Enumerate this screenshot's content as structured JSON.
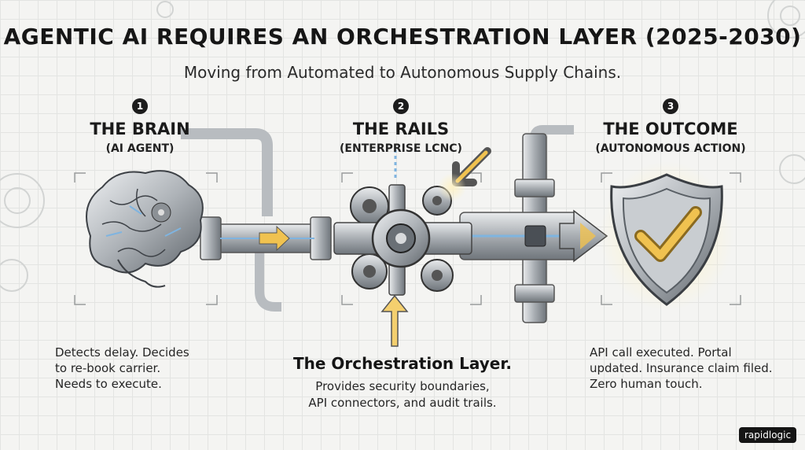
{
  "header": {
    "title": "AGENTIC AI REQUIRES AN ORCHESTRATION LAYER (2025-2030)",
    "subtitle": "Moving from Automated to Autonomous Supply Chains."
  },
  "stages": [
    {
      "number": "1",
      "title": "THE BRAIN",
      "subtitle": "(AI AGENT)",
      "description": [
        "Detects delay. Decides",
        "to re-book carrier.",
        "Needs to execute."
      ]
    },
    {
      "number": "2",
      "title": "THE RAILS",
      "subtitle": "(ENTERPRISE LCNC)"
    },
    {
      "number": "3",
      "title": "THE OUTCOME",
      "subtitle": "(AUTONOMOUS ACTION)",
      "description": [
        "API call executed. Portal",
        "updated. Insurance claim filed.",
        "Zero human touch."
      ]
    }
  ],
  "orchestration": {
    "title": "The Orchestration Layer.",
    "description": [
      "Provides security boundaries,",
      "API connectors, and audit trails."
    ]
  },
  "brand": "rapidlogic",
  "colors": {
    "accent": "#f0c250",
    "flow": "#7fb4e0",
    "metal": "#9aa0a6"
  },
  "icons": [
    "brain-icon",
    "gears-icon",
    "shield-check-icon",
    "arrow-icon",
    "pipe-icon"
  ]
}
